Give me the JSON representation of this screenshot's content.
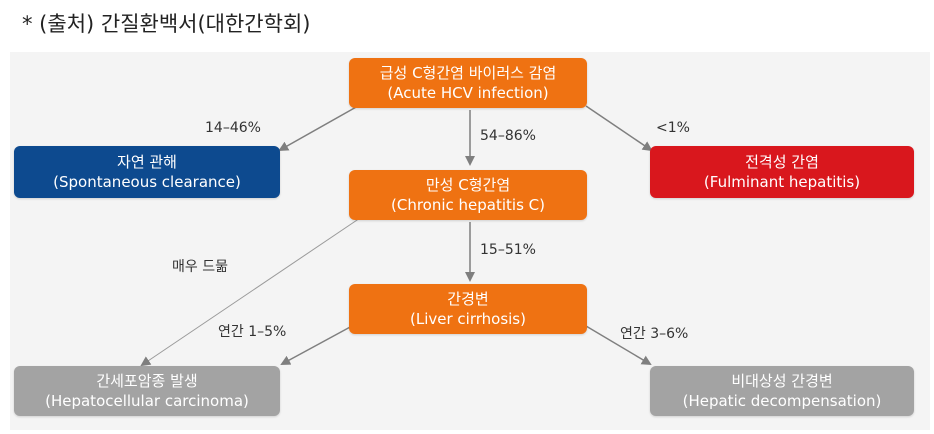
{
  "source_note": "* (출처) 간질환백서(대한간학회)",
  "colors": {
    "orange": "#ef7212",
    "blue": "#0d4a8f",
    "red": "#d9171d",
    "gray": "#a3a3a3",
    "arrow": "#7f7f7f",
    "panel": "#f4f4f4"
  },
  "nodes": {
    "acute": {
      "ko": "급성 C형간염 바이러스 감염",
      "en": "(Acute HCV infection)"
    },
    "spontaneous": {
      "ko": "자연 관해",
      "en": "(Spontaneous clearance)"
    },
    "chronic": {
      "ko": "만성 C형간염",
      "en": "(Chronic hepatitis C)"
    },
    "fulminant": {
      "ko": "전격성 간염",
      "en": "(Fulminant hepatitis)"
    },
    "cirrhosis": {
      "ko": "간경변",
      "en": "(Liver cirrhosis)"
    },
    "hcc": {
      "ko": "간세포암종 발생",
      "en": "(Hepatocellular carcinoma)"
    },
    "decomp": {
      "ko": "비대상성 간경변",
      "en": "(Hepatic decompensation)"
    }
  },
  "edges": {
    "to_spontaneous": "14–46%",
    "to_chronic": "54–86%",
    "to_fulminant": "<1%",
    "to_cirrhosis": "15–51%",
    "chronic_to_hcc": "매우 드묾",
    "cirrhosis_to_hcc": "연간 1–5%",
    "cirrhosis_to_decomp": "연간 3–6%"
  }
}
